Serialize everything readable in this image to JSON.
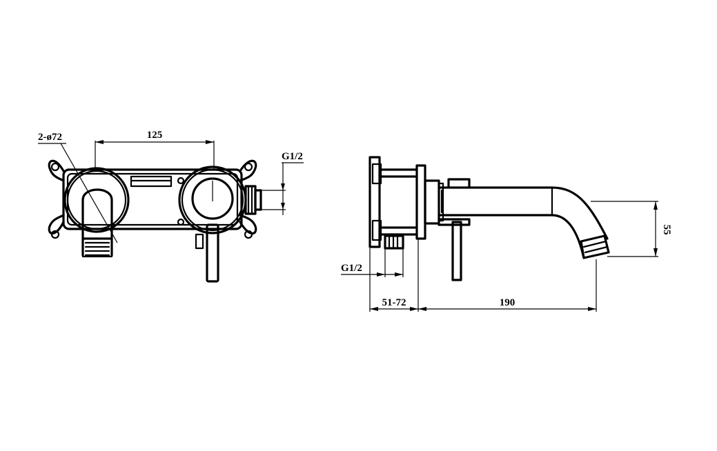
{
  "front_view": {
    "label_holes": "2-ø72",
    "dim_width": "125",
    "dim_thread": "G1/2"
  },
  "side_view": {
    "dim_thread": "G1/2",
    "dim_depth": "51-72",
    "dim_projection": "190",
    "dim_height": "55"
  },
  "colors": {
    "line": "#000000",
    "background": "#ffffff"
  }
}
